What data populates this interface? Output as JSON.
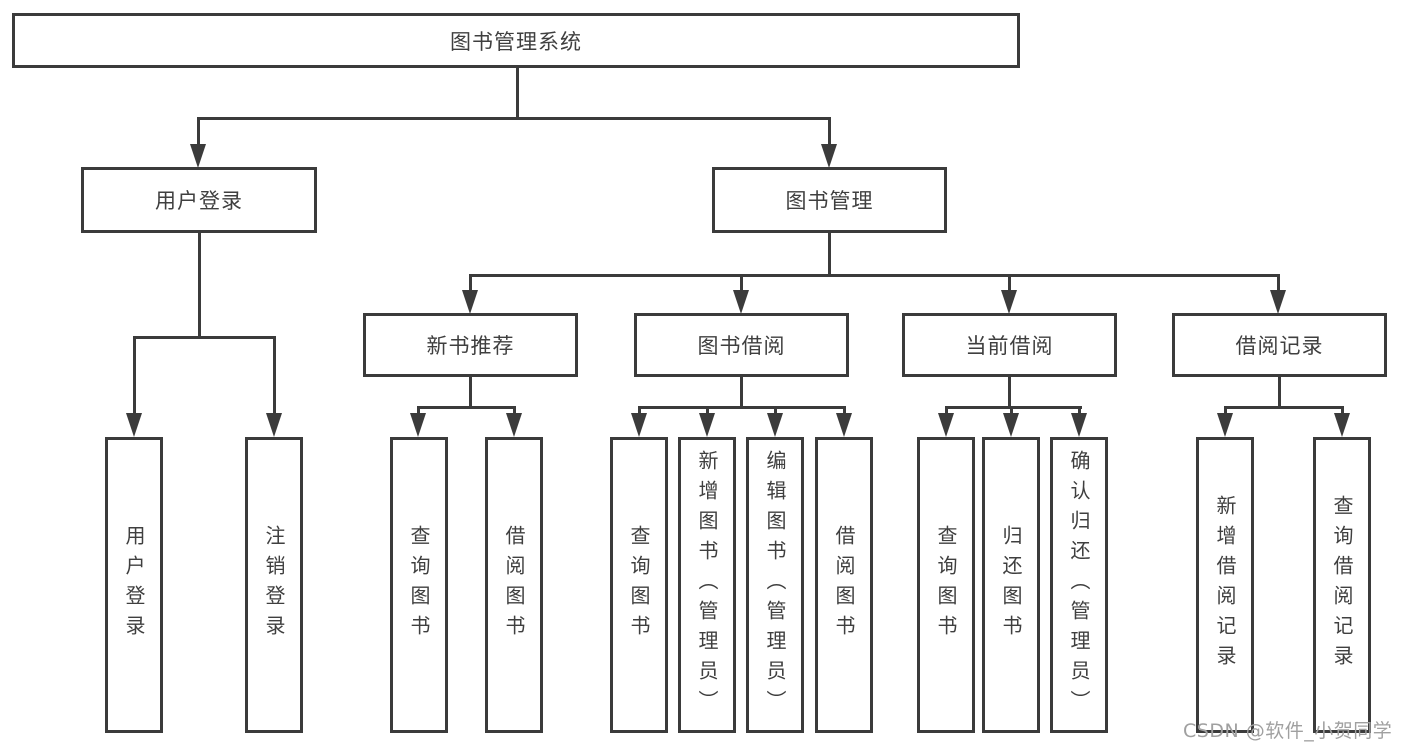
{
  "diagram": {
    "title": "图书管理系统",
    "colors": {
      "line": "#3b3b3b",
      "text": "#3f3f3f",
      "background": "#ffffff",
      "watermark": "#a0a0a0"
    },
    "watermark": {
      "text": "CSDN @软件_小贺同学"
    },
    "tree": {
      "root": {
        "label": "图书管理系统",
        "children": [
          {
            "label": "用户登录",
            "children": [
              {
                "label": "用户登录"
              },
              {
                "label": "注销登录"
              }
            ]
          },
          {
            "label": "图书管理",
            "children": [
              {
                "label": "新书推荐",
                "children": [
                  {
                    "label": "查询图书"
                  },
                  {
                    "label": "借阅图书"
                  }
                ]
              },
              {
                "label": "图书借阅",
                "children": [
                  {
                    "label": "查询图书"
                  },
                  {
                    "label": "新增图书（管理员）"
                  },
                  {
                    "label": "编辑图书（管理员）"
                  },
                  {
                    "label": "借阅图书"
                  }
                ]
              },
              {
                "label": "当前借阅",
                "children": [
                  {
                    "label": "查询图书"
                  },
                  {
                    "label": "归还图书"
                  },
                  {
                    "label": "确认归还（管理员）"
                  }
                ]
              },
              {
                "label": "借阅记录",
                "children": [
                  {
                    "label": "新增借阅记录"
                  },
                  {
                    "label": "查询借阅记录"
                  }
                ]
              }
            ]
          }
        ]
      }
    }
  }
}
